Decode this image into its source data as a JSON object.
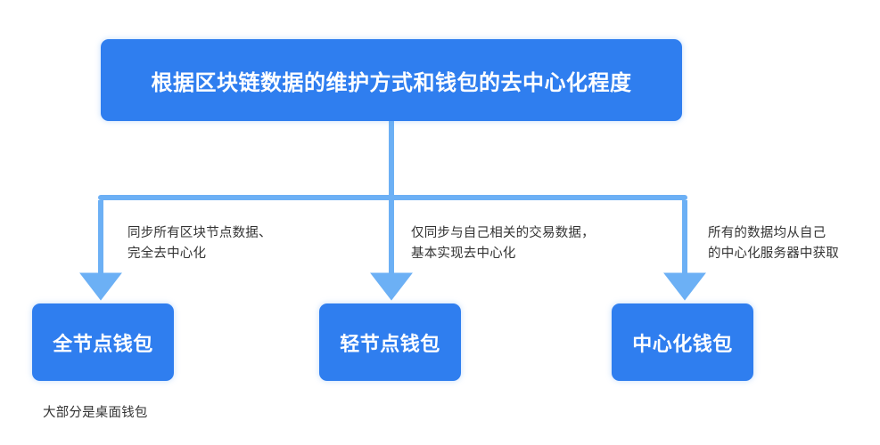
{
  "diagram": {
    "type": "flowchart",
    "orientation": "top-down",
    "colors": {
      "node_fill": "#2f7eef",
      "node_text": "#ffffff",
      "connector": "#6cb0f5",
      "label_text": "#333333",
      "background": "#ffffff"
    },
    "root": {
      "label": "根据区块链数据的维护方式和钱包的去中心化程度"
    },
    "branches": [
      {
        "caption": "同步所有区块节点数据、\n完全去中心化",
        "node_label": "全节点钱包",
        "note": "大部分是桌面钱包"
      },
      {
        "caption": "仅同步与自己相关的交易数据，\n基本实现去中心化",
        "node_label": "轻节点钱包",
        "note": ""
      },
      {
        "caption": "所有的数据均从自己\n的中心化服务器中获取",
        "node_label": "中心化钱包",
        "note": ""
      }
    ],
    "footnote": "大部分是桌面钱包"
  }
}
